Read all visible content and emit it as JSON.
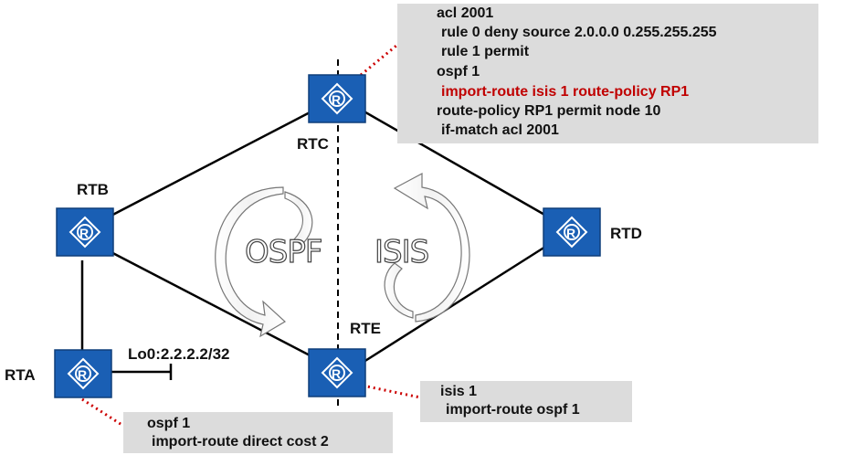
{
  "routers": {
    "rta": "RTA",
    "rtb": "RTB",
    "rtc": "RTC",
    "rtd": "RTD",
    "rte": "RTE"
  },
  "loopback_label": "Lo0:2.2.2.2/32",
  "protocols": {
    "left": "OSPF",
    "right": "ISIS"
  },
  "configs": {
    "rtc": [
      {
        "text": "acl 2001",
        "highlight": false
      },
      {
        "text": "rule 0 deny source 2.0.0.0 0.255.255.255",
        "highlight": false
      },
      {
        "text": "rule 1 permit",
        "highlight": false
      },
      {
        "text": "ospf 1",
        "highlight": false
      },
      {
        "text": "import-route isis 1 route-policy RP1",
        "highlight": true
      },
      {
        "text": "route-policy RP1 permit node 10",
        "highlight": false
      },
      {
        "text": "if-match acl 2001",
        "highlight": false
      }
    ],
    "rte": [
      {
        "text": "isis 1",
        "highlight": false
      },
      {
        "text": "import-route ospf 1",
        "highlight": false
      }
    ],
    "rta": [
      {
        "text": "ospf 1",
        "highlight": false
      },
      {
        "text": "import-route direct cost 2",
        "highlight": false
      }
    ]
  },
  "colors": {
    "router": "#1a5fb4",
    "link": "#000000",
    "callout": "#cc0000",
    "config_bg": "#dcdcdc",
    "highlight": "#c00000"
  }
}
